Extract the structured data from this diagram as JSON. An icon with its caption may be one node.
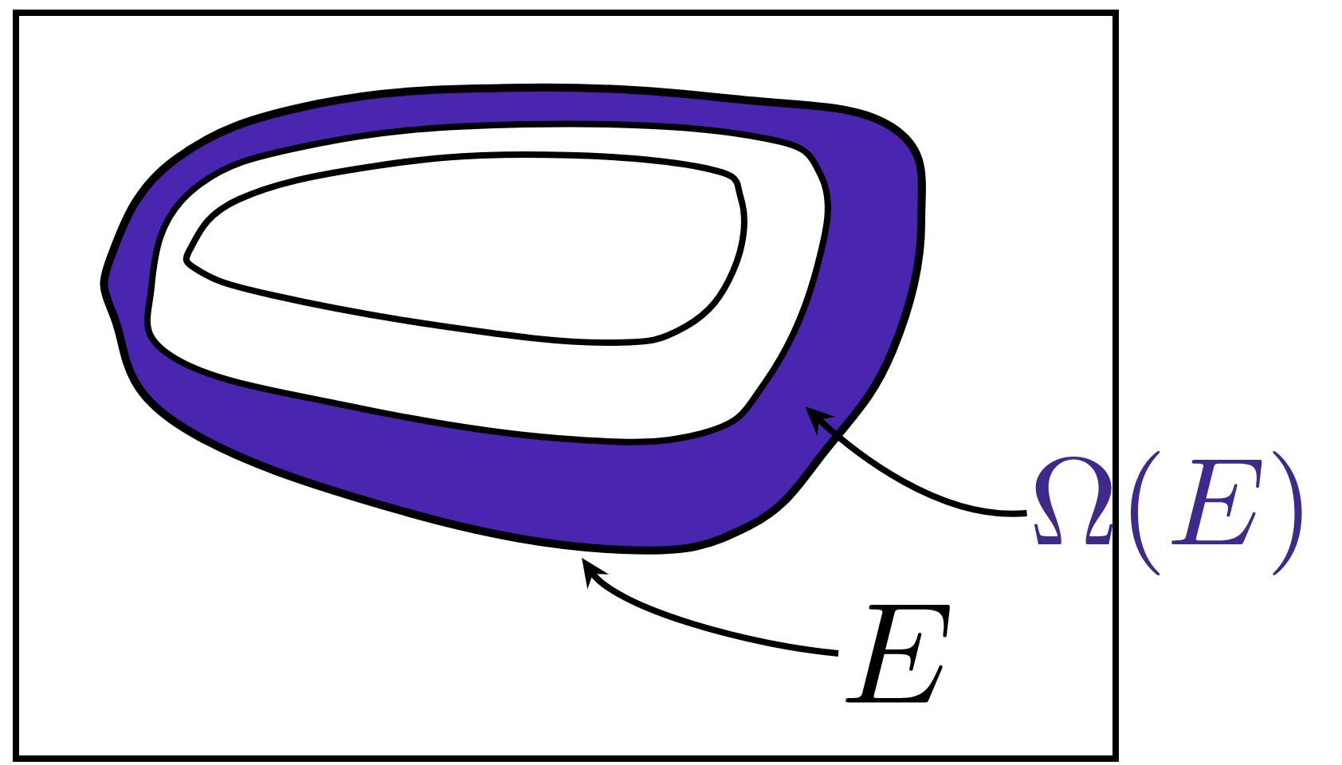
{
  "diagram": {
    "nodes": [
      {
        "text": [
          "\\Omega(E)"
        ]
      },
      {
        "text": [
          "E"
        ]
      },
      {
        "text": [],
        "shape": "band"
      }
    ],
    "edges": [
      {
        "from": 0,
        "to": 2,
        "arrow": "to"
      },
      {
        "from": 1,
        "to": 2,
        "arrow": "to"
      }
    ]
  }
}
